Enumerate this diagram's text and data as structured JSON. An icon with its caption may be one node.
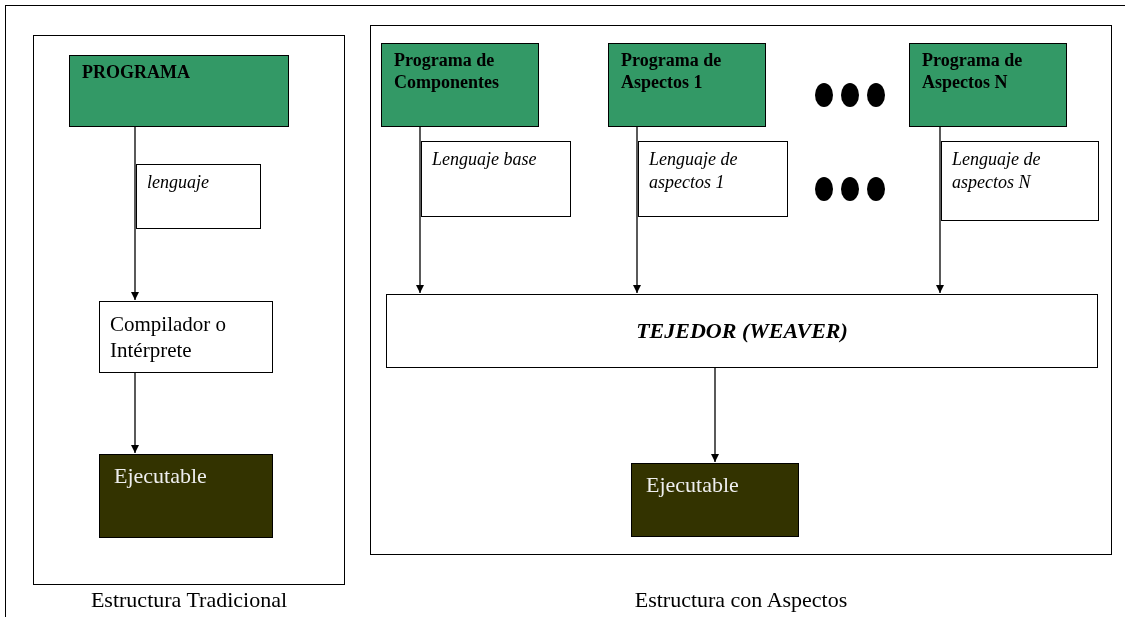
{
  "diagram": {
    "nodes": [
      {
        "text": [],
        "shape": "box",
        "beside": [
          "Estructura Tradicional"
        ]
      },
      {
        "text": [
          "PROGRAMA"
        ],
        "in": 0
      },
      {
        "text": [
          "lenguaje"
        ],
        "in": 0
      },
      {
        "text": [
          "Compilador o Intérprete"
        ],
        "in": 0
      },
      {
        "text": [
          "Ejecutable"
        ],
        "in": 0
      },
      {
        "text": [],
        "shape": "box",
        "beside": [
          "Estructura con Aspectos"
        ]
      },
      {
        "text": [
          "Programa de Componentes"
        ],
        "in": 5
      },
      {
        "text": [
          "Programa de Aspectos 1"
        ],
        "in": 5
      },
      {
        "text": [
          "Programa de Aspectos N"
        ],
        "in": 5
      },
      {
        "text": [
          "Lenguaje base"
        ],
        "in": 5
      },
      {
        "text": [
          "Lenguaje de aspectos 1"
        ],
        "in": 5
      },
      {
        "text": [
          "Lenguaje de aspectos N"
        ],
        "in": 5
      },
      {
        "text": [
          "TEJEDOR (WEAVER)"
        ],
        "in": 5
      },
      {
        "text": [
          "Ejecutable"
        ],
        "in": 5
      }
    ],
    "edges": [
      {
        "from": 1,
        "to": 3,
        "arrow": "to"
      },
      {
        "from": 3,
        "to": 4,
        "arrow": "to"
      },
      {
        "from": 6,
        "to": 12,
        "arrow": "to"
      },
      {
        "from": 7,
        "to": 12,
        "arrow": "to"
      },
      {
        "from": 8,
        "to": 12,
        "arrow": "to"
      },
      {
        "from": 12,
        "to": 13,
        "arrow": "to"
      }
    ]
  }
}
